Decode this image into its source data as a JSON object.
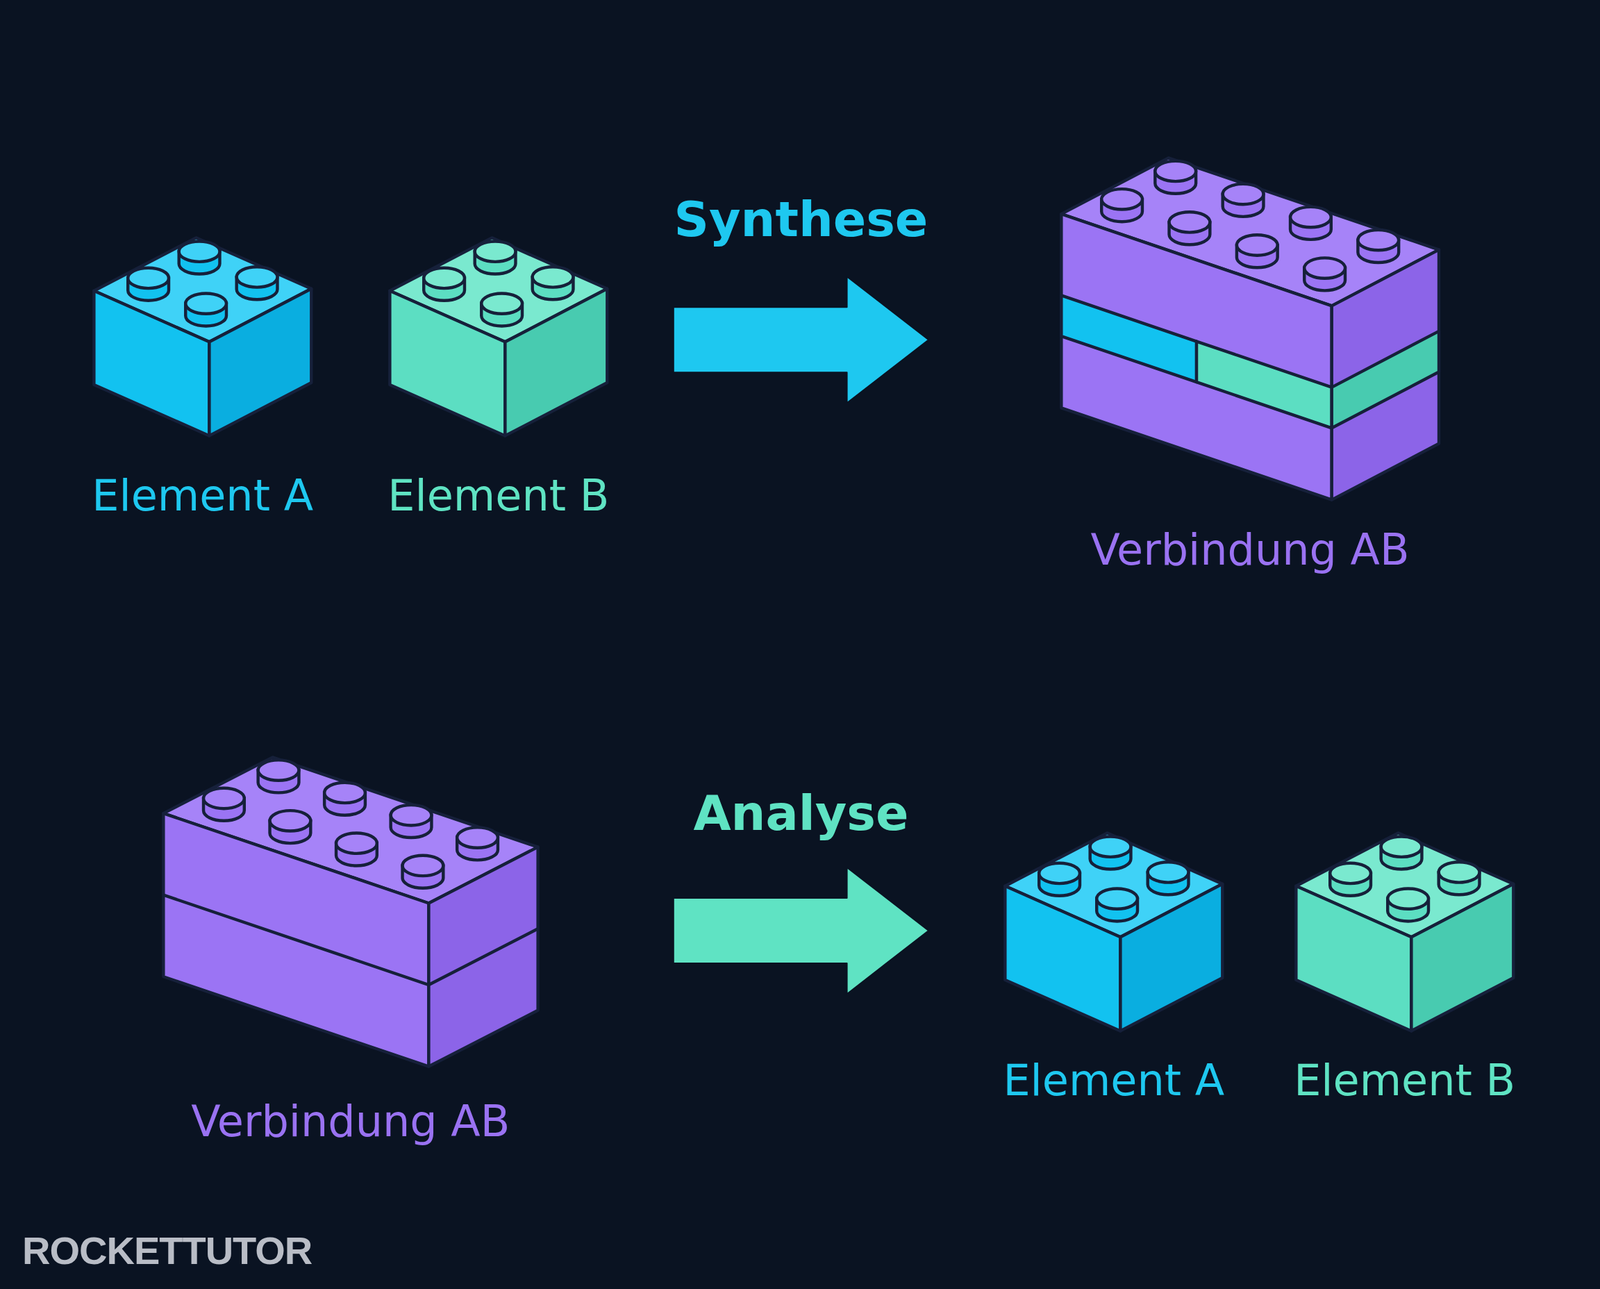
{
  "diagram": {
    "nodes": [
      {
        "text": [
          "Element A"
        ]
      },
      {
        "text": [
          "Element B"
        ]
      },
      {
        "text": [
          "Verbindung AB"
        ]
      },
      {
        "text": [
          "Verbindung AB"
        ]
      },
      {
        "text": [
          "Element A"
        ]
      },
      {
        "text": [
          "Element B"
        ]
      }
    ],
    "edges": [
      {
        "from": 1,
        "to": 2,
        "label": "Synthese",
        "arrow": "to"
      },
      {
        "from": 3,
        "to": 4,
        "label": "Analyse",
        "arrow": "to"
      }
    ],
    "labels": [
      "ROCKETTUTOR"
    ]
  }
}
